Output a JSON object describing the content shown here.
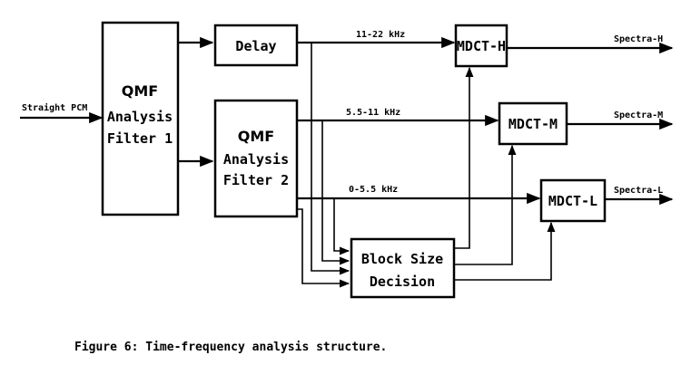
{
  "input_label": "Straight PCM",
  "qmf1": {
    "line1": "QMF",
    "line2": "Analysis",
    "line3": "Filter 1"
  },
  "qmf2": {
    "line1": "QMF",
    "line2": "Analysis",
    "line3": "Filter 2"
  },
  "delay": {
    "label": "Delay"
  },
  "mdct_h": {
    "label": "MDCT-H"
  },
  "mdct_m": {
    "label": "MDCT-M"
  },
  "mdct_l": {
    "label": "MDCT-L"
  },
  "block_size": {
    "line1": "Block Size",
    "line2": "Decision"
  },
  "bands": {
    "high": "11-22 kHz",
    "mid": "5.5-11 kHz",
    "low": "0-5.5 kHz"
  },
  "outputs": {
    "high": "Spectra-H",
    "mid": "Spectra-M",
    "low": "Spectra-L"
  },
  "caption": "Figure 6: Time-frequency analysis structure."
}
